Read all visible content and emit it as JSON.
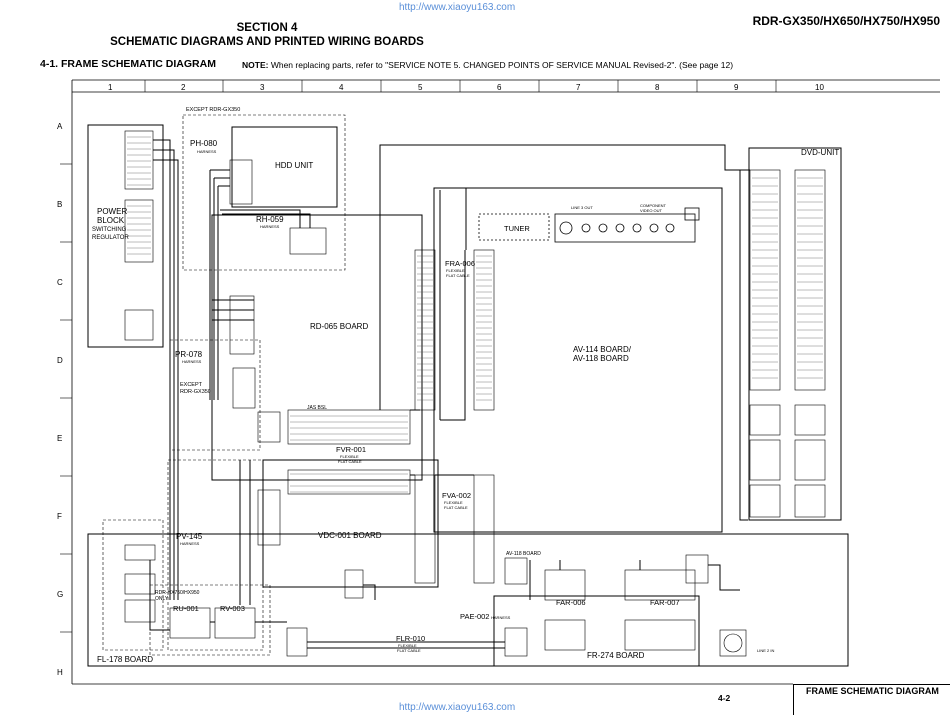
{
  "watermark": {
    "top": "http://www.xiaoyu163.com",
    "bottom": "http://www.xiaoyu163.com"
  },
  "header": {
    "model": "RDR-GX350/HX650/HX750/HX950",
    "section": "SECTION 4",
    "section_title": "SCHEMATIC DIAGRAMS AND PRINTED WIRING BOARDS",
    "subtitle": "4-1.   FRAME SCHEMATIC DIAGRAM",
    "note_label": "NOTE:",
    "note_text": " When replacing parts, refer to \"SERVICE NOTE 5. CHANGED POINTS OF SERVICE MANUAL Revised-2\". (See page 12)"
  },
  "columns": [
    "1",
    "2",
    "3",
    "4",
    "5",
    "6",
    "7",
    "8",
    "9",
    "10"
  ],
  "rows": [
    "A",
    "B",
    "C",
    "D",
    "E",
    "F",
    "G",
    "H"
  ],
  "labels": {
    "except_gx350_top": "EXCEPT RDR-GX350",
    "ph080": "PH-080",
    "harness": "HARNESS",
    "hdd_unit": "HDD UNIT",
    "rh059": "RH-059",
    "power": "POWER",
    "block": "BLOCK",
    "switching": "SWITCHING",
    "regulator": "REGULATOR",
    "rd065": "RD-065 BOARD",
    "pr078": "PR-078",
    "except": "EXCEPT",
    "gx350": "RDR-GX350",
    "fra006": "FRA-006",
    "flexible": "FLEXIBLE",
    "flat_cable": "FLAT CABLE",
    "tuner": "TUNER",
    "line3out": "LINE 3 OUT",
    "component": "COMPONENT",
    "video_out": "VIDEO OUT",
    "dvd_unit": "DVD-UNIT",
    "av114": "AV-114 BOARD/",
    "av118": "AV-118 BOARD",
    "av118_small": "AV-118 BOARD",
    "fvr001": "FVR-001",
    "fva002": "FVA-002",
    "vdc001": "VDC-001 BOARD",
    "pv145": "PV-145",
    "hx_only1": "RDR-HX750/HX950",
    "hx_only2": "ONLY",
    "ru001": "RU-001",
    "rv003": "RV-003",
    "pae002": "PAE-002",
    "far006": "FAR-006",
    "far007": "FAR-007",
    "flr010": "FLR-010",
    "fr274": "FR-274 BOARD",
    "fl178": "FL-178 BOARD",
    "line2in": "LINE 2 IN",
    "jas_bsl": "JAS BSL"
  },
  "footer": {
    "page": "4-2",
    "label": "FRAME SCHEMATIC DIAGRAM"
  }
}
